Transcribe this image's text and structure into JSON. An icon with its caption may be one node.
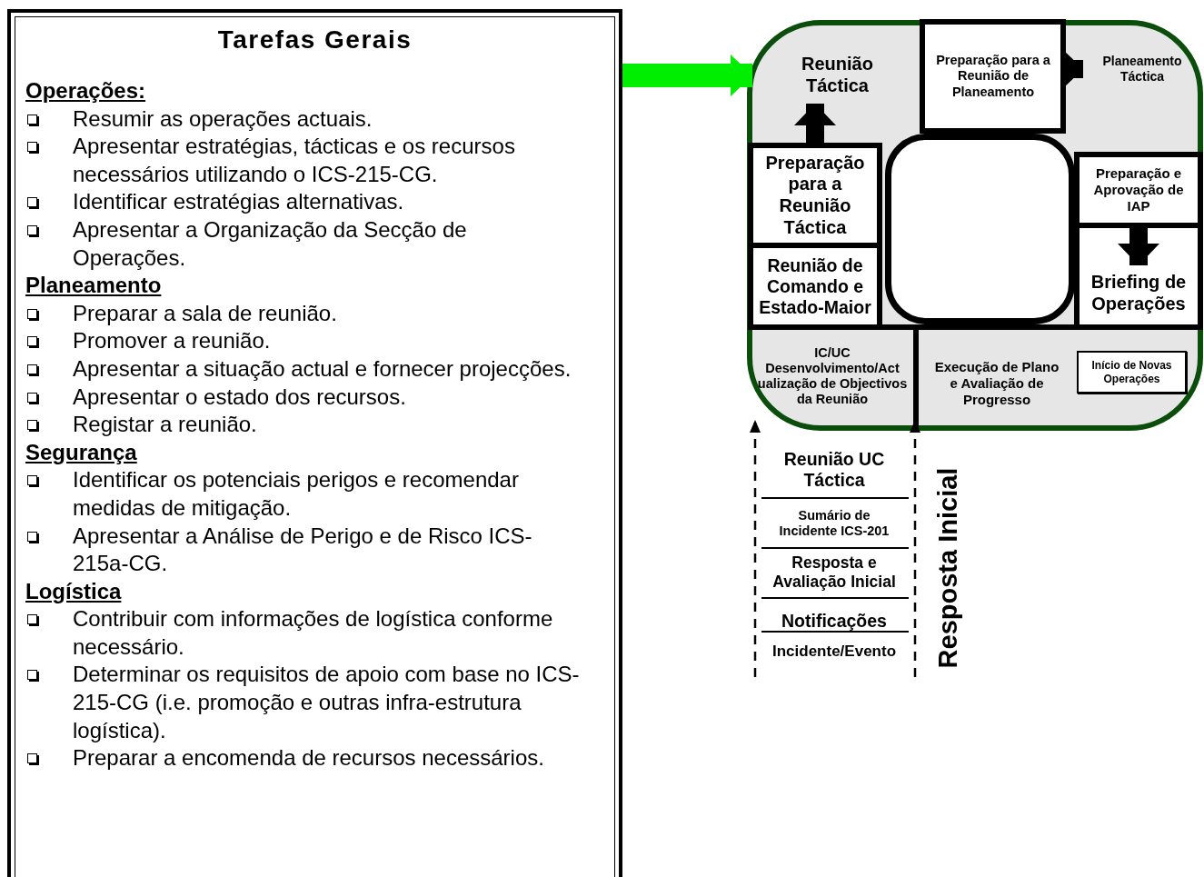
{
  "diagram": {
    "nodes": [
      {
        "text": [
          "Tarefas Gerais",
          "Operações:",
          "Resumir as operações actuais.",
          "Apresentar estratégias, tácticas e os recursos necessários utilizando o ICS-215-CG.",
          "Identificar estratégias alternativas.",
          "Apresentar a Organização da Secção de Operações.",
          "Planeamento",
          "Preparar a sala de reunião.",
          "Promover a reunião.",
          "Apresentar a situação actual e fornecer projecções.",
          "Apresentar o estado dos recursos.",
          "Registar a reunião.",
          "Segurança",
          "Identificar os potenciais perigos e recomendar medidas de mitigação.",
          "Apresentar a Análise de Perigo e de Risco ICS-215a-CG.",
          "Logística",
          "Contribuir com informações de logística conforme necessário.",
          "Determinar os requisitos de apoio com base no ICS-215-CG (i.e. promoção e outras infra-estrutura logística).",
          "Preparar a encomenda de recursos necessários."
        ]
      },
      {
        "text": [
          "Reunião Táctica"
        ]
      },
      {
        "text": [
          "Preparação para a Reunião de Planeamento"
        ]
      },
      {
        "text": [
          "Planeamento Táctica"
        ]
      },
      {
        "text": [
          "Preparação para a Reunião Táctica"
        ]
      },
      {
        "text": [
          "Preparação e Aprovação de IAP"
        ]
      },
      {
        "text": [
          "Reunião de Comando e Estado-Maior"
        ]
      },
      {
        "text": [
          "Briefing de Operações"
        ]
      },
      {
        "text": [],
        "shape": "box"
      },
      {
        "text": [
          "IC/UC Desenvolvimento/Act ualização de Objectivos da Reunião"
        ]
      },
      {
        "text": [
          "Execução de Plano e Avaliação de Progresso"
        ]
      },
      {
        "text": [
          "Início de Novas Operações"
        ]
      },
      {
        "text": [
          "Reunião UC Táctica"
        ]
      },
      {
        "text": [
          "Sumário de Incidente ICS-201"
        ]
      },
      {
        "text": [
          "Resposta e Avaliação Inicial"
        ]
      },
      {
        "text": [
          "Notificações"
        ]
      },
      {
        "text": [
          "Incidente/Evento"
        ]
      }
    ],
    "edges": [
      {
        "from": 0,
        "to": 1,
        "arrow": "to",
        "color": "#00ee00"
      },
      {
        "from": 2,
        "to": 3,
        "arrow": "to"
      },
      {
        "from": 4,
        "to": 1,
        "arrow": "to"
      },
      {
        "from": 5,
        "to": 7,
        "arrow": "to"
      },
      {
        "from": null,
        "to": 9,
        "arrow": "to",
        "style": "dashed"
      },
      {
        "from": null,
        "to": 9,
        "arrow": "to",
        "style": "dashed"
      }
    ],
    "labels": [
      "Resposta Inicial"
    ]
  }
}
